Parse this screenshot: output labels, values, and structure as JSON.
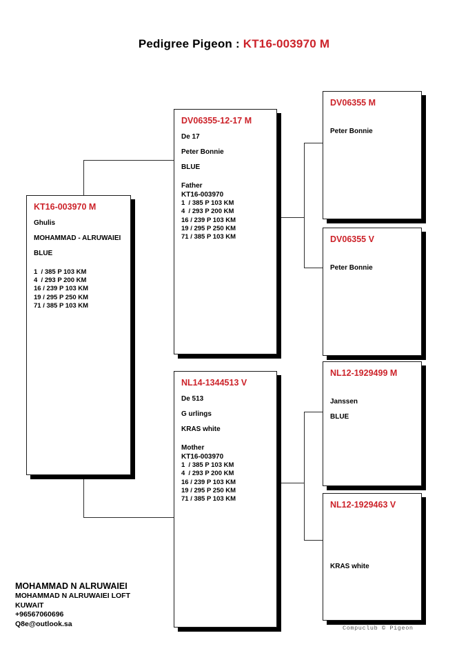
{
  "page": {
    "title_prefix": "Pedigree Pigeon : ",
    "title_subject": "KT16-003970 M",
    "accent_color": "#cc2229",
    "watermark": "Compuclub © Pigeon"
  },
  "subject": {
    "id": "KT16-003970 M",
    "name": "Ghulis",
    "owner": "MOHAMMAD - ALRUWAIEI",
    "color": "BLUE",
    "results": [
      "1  / 385 P 103 KM",
      "4  / 293 P 200 KM",
      "16 / 239 P 103 KM",
      "19 / 295 P 250 KM",
      "71 / 385 P 103 KM"
    ]
  },
  "father": {
    "id": "DV06355-12-17 M",
    "name": "De 17",
    "breeder": "Peter Bonnie",
    "color": "BLUE",
    "relation": "Father",
    "relation_ref": "KT16-003970",
    "results": [
      "1  / 385 P 103 KM",
      "4  / 293 P 200 KM",
      "16 / 239 P 103 KM",
      "19 / 295 P 250 KM",
      "71 / 385 P 103 KM"
    ]
  },
  "mother": {
    "id": "NL14-1344513 V",
    "name": "De 513",
    "breeder": "G urlings",
    "color": "KRAS white",
    "relation": "Mother",
    "relation_ref": "KT16-003970",
    "results": [
      "1  / 385 P 103 KM",
      "4  / 293 P 200 KM",
      "16 / 239 P 103 KM",
      "19 / 295 P 250 KM",
      "71 / 385 P 103 KM"
    ]
  },
  "grandparents": [
    {
      "id": "DV06355 M",
      "line1": "Peter Bonnie",
      "line2": ""
    },
    {
      "id": "DV06355 V",
      "line1": "Peter Bonnie",
      "line2": ""
    },
    {
      "id": "NL12-1929499 M",
      "line1": "Janssen",
      "line2": "BLUE"
    },
    {
      "id": "NL12-1929463 V",
      "line1": "KRAS white",
      "line2": ""
    }
  ],
  "footer": {
    "owner_name": "MOHAMMAD N ALRUWAIEI",
    "loft": "MOHAMMAD N ALRUWAIEI LOFT",
    "country": "KUWAIT",
    "phone": "+96567060696",
    "email": "Q8e@outlook.sa"
  }
}
